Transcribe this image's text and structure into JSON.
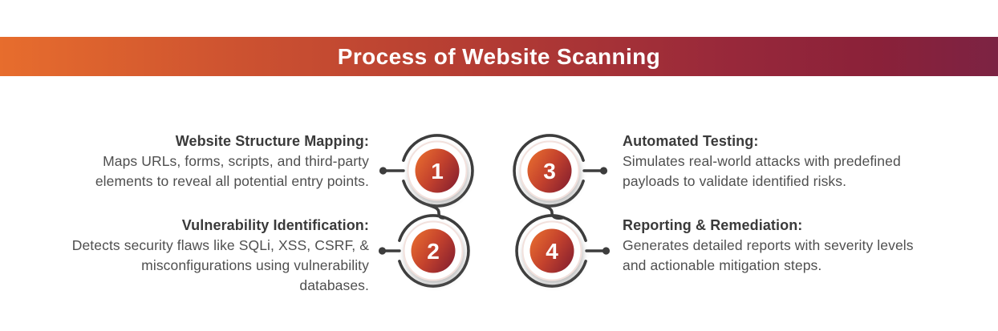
{
  "banner": {
    "title": "Process of Website Scanning"
  },
  "steps": [
    {
      "number": "1",
      "heading": "Website Structure Mapping:",
      "body_lines": [
        "Maps URLs, forms, scripts, and third-party",
        "elements to reveal all potential entry points."
      ]
    },
    {
      "number": "2",
      "heading": "Vulnerability Identification:",
      "body_lines": [
        "Detects security flaws like SQLi, XSS, CSRF, &",
        "misconfigurations using vulnerability",
        "databases."
      ]
    },
    {
      "number": "3",
      "heading": "Automated Testing:",
      "body_lines": [
        "Simulates real-world attacks with predefined",
        "payloads to validate identified risks."
      ]
    },
    {
      "number": "4",
      "heading": "Reporting & Remediation:",
      "body_lines": [
        "Generates detailed reports with severity levels",
        "and actionable mitigation steps."
      ]
    }
  ],
  "colors": {
    "banner_gradient_start": "#e76d2d",
    "banner_gradient_mid": "#b43c33",
    "banner_gradient_end": "#7c2343",
    "banner_title_text": "#ffffff",
    "circle_gradient_start": "#e66b2e",
    "circle_gradient_mid": "#c4422d",
    "circle_gradient_end": "#87202f",
    "outline_stroke": "#3d3d3d",
    "heading_text": "#3a3a3a",
    "body_text": "#4f4f4f",
    "background": "#ffffff"
  }
}
